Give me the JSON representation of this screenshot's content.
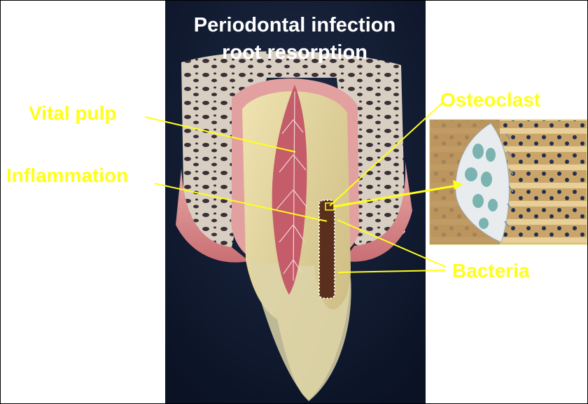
{
  "title": {
    "line1": "Periodontal infection",
    "line2": "root resorption"
  },
  "labels": {
    "vital_pulp": "Vital pulp",
    "inflammation": "Inflammation",
    "osteoclast": "Osteoclast",
    "bacteria": "Bacteria"
  },
  "colors": {
    "label_yellow": "#ffff1a",
    "title_white": "#ffffff",
    "background_dark": "#0f1a2e"
  }
}
